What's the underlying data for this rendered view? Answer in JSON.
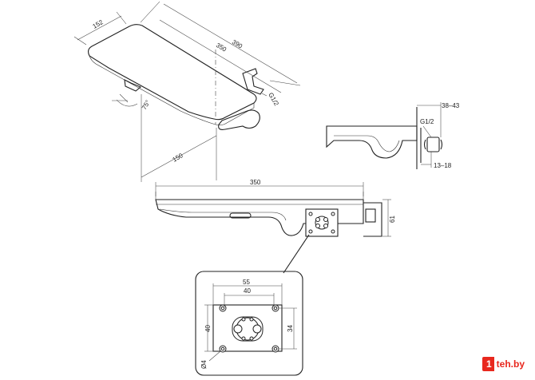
{
  "iso_view": {
    "dims": {
      "width_152": "152",
      "length_390": "390",
      "length_350": "350",
      "depth_150": "150",
      "angle": "75°",
      "thread": "G1/2"
    }
  },
  "side_view": {
    "dims": {
      "thread": "G1/2",
      "range_top": "38–43",
      "range_bottom": "13–18"
    }
  },
  "front_view": {
    "dims": {
      "length": "350",
      "height": "61"
    }
  },
  "detail": {
    "dims": {
      "outer_width": "55",
      "inner_width": "40",
      "outer_height": "40",
      "inner_height": "34",
      "hole": "Ø4"
    }
  },
  "watermark": {
    "brand_box": "1",
    "brand_rest": "teh.by"
  }
}
